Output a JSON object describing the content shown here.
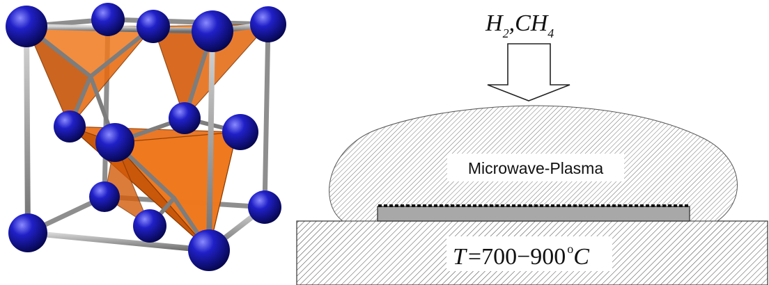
{
  "gas_label": {
    "h": "H",
    "h_sub": "2",
    "sep": ",",
    "ch": "CH",
    "ch_sub": "4"
  },
  "plasma_label": "Microwave-Plasma",
  "temperature_label": {
    "var": "T",
    "eq": "=",
    "range": "700−900",
    "deg": "o",
    "unit": "C"
  },
  "colors": {
    "atom": "#1a1aa8",
    "tetrahedron": "#e8650a",
    "bond": "#9a9a9a",
    "substrate": "#a8a8a8",
    "hatch": "#333333"
  }
}
